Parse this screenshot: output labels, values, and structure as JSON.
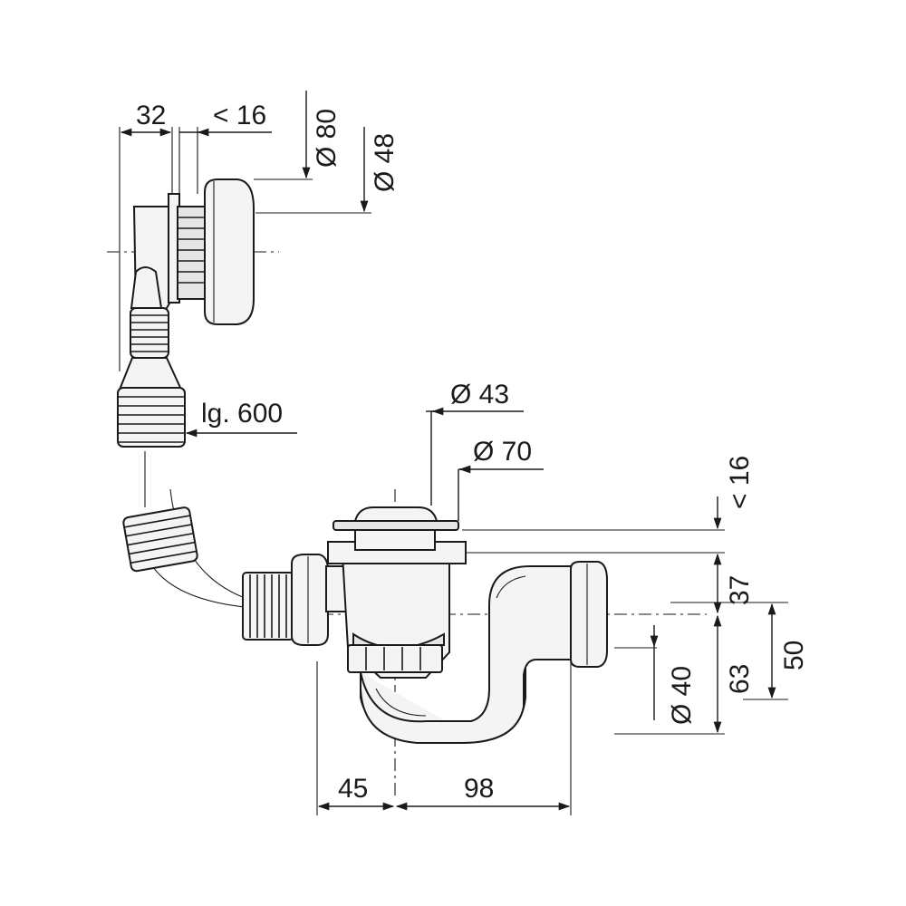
{
  "dimensions": {
    "d32": "32",
    "d16_top": "< 16",
    "d80": "Ø 80",
    "d48": "Ø 48",
    "hose_length": "lg. 600",
    "d43": "Ø 43",
    "d70": "Ø 70",
    "d16_right": "< 16",
    "d37": "37",
    "d63": "63",
    "d50": "50",
    "d40": "Ø 40",
    "d45": "45",
    "d98": "98"
  }
}
